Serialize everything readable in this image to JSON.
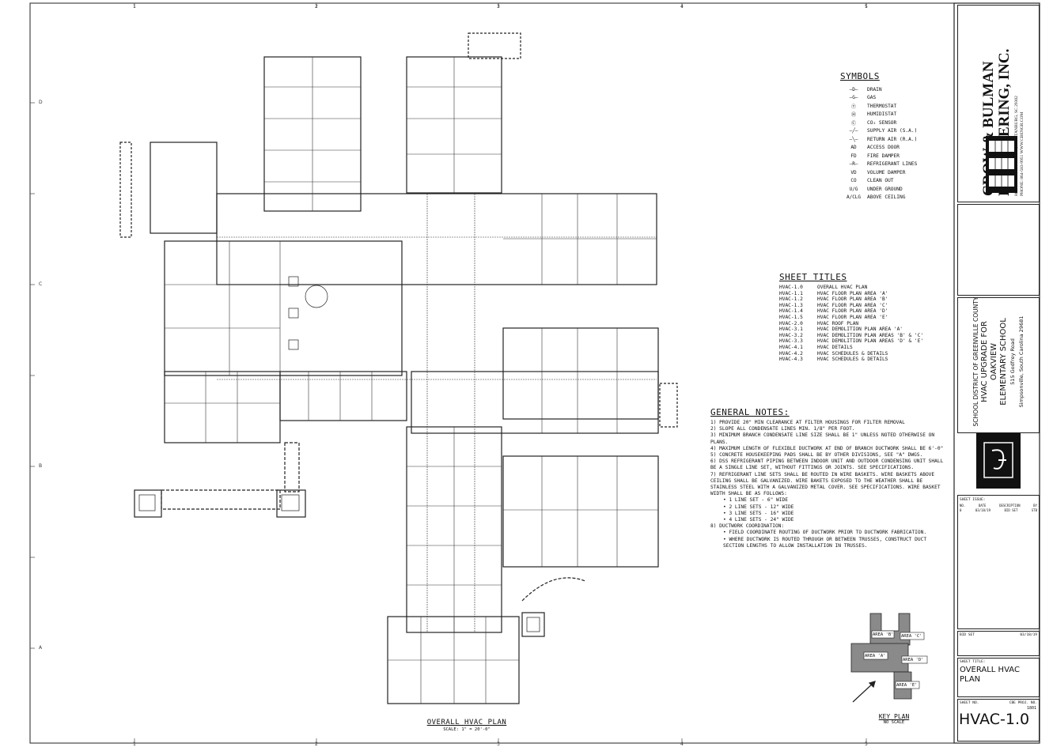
{
  "grid": {
    "columns": [
      "1",
      "2",
      "3",
      "4",
      "5"
    ],
    "rows": [
      "D",
      "C",
      "B",
      "A"
    ]
  },
  "plan": {
    "title": "OVERALL HVAC PLAN",
    "scale": "SCALE: 1\" = 20'-0\""
  },
  "key_plan": {
    "title": "KEY PLAN",
    "scale": "NO SCALE",
    "areas": [
      "AREA 'A'",
      "AREA 'B'",
      "AREA 'C'",
      "AREA 'D'",
      "AREA 'E'"
    ]
  },
  "symbols": {
    "title": "SYMBOLS",
    "items": [
      {
        "glyph": "—D—",
        "label": "DRAIN"
      },
      {
        "glyph": "—G—",
        "label": "GAS"
      },
      {
        "glyph": "Ⓣ",
        "label": "THERMOSTAT"
      },
      {
        "glyph": "Ⓗ",
        "label": "HUMIDISTAT"
      },
      {
        "glyph": "Ⓒ",
        "label": "CO₂ SENSOR"
      },
      {
        "glyph": "—╱—",
        "label": "SUPPLY AIR (S.A.)"
      },
      {
        "glyph": "—╲—",
        "label": "RETURN AIR (R.A.)"
      },
      {
        "glyph": "AD",
        "label": "ACCESS DOOR"
      },
      {
        "glyph": "FD",
        "label": "FIRE DAMPER"
      },
      {
        "glyph": "—R—",
        "label": "REFRIGERANT LINES"
      },
      {
        "glyph": "VD",
        "label": "VOLUME DAMPER"
      },
      {
        "glyph": "CO",
        "label": "CLEAN OUT"
      },
      {
        "glyph": "U/G",
        "label": "UNDER GROUND"
      },
      {
        "glyph": "A/CLG",
        "label": "ABOVE CEILING"
      }
    ]
  },
  "sheet_titles": {
    "title": "SHEET TITLES",
    "items": [
      {
        "code": "HVAC-1.0",
        "label": "OVERALL HVAC PLAN"
      },
      {
        "code": "HVAC-1.1",
        "label": "HVAC FLOOR PLAN AREA 'A'"
      },
      {
        "code": "HVAC-1.2",
        "label": "HVAC FLOOR PLAN AREA 'B'"
      },
      {
        "code": "HVAC-1.3",
        "label": "HVAC FLOOR PLAN AREA 'C'"
      },
      {
        "code": "HVAC-1.4",
        "label": "HVAC FLOOR PLAN AREA 'D'"
      },
      {
        "code": "HVAC-1.5",
        "label": "HVAC FLOOR PLAN AREA 'E'"
      },
      {
        "code": "HVAC-2.0",
        "label": "HVAC ROOF PLAN"
      },
      {
        "code": "HVAC-3.1",
        "label": "HVAC DEMOLITION PLAN AREA 'A'"
      },
      {
        "code": "HVAC-3.2",
        "label": "HVAC DEMOLITION PLAN AREAS 'B' & 'C'"
      },
      {
        "code": "HVAC-3.3",
        "label": "HVAC DEMOLITION PLAN AREAS 'D' & 'E'"
      },
      {
        "code": "HVAC-4.1",
        "label": "HVAC DETAILS"
      },
      {
        "code": "HVAC-4.2",
        "label": "HVAC SCHEDULES & DETAILS"
      },
      {
        "code": "HVAC-4.3",
        "label": "HVAC SCHEDULES & DETAILS"
      }
    ]
  },
  "general_notes": {
    "title": "GENERAL NOTES:",
    "items": [
      "1)  PROVIDE 20\" MIN CLEARANCE AT FILTER HOUSINGS FOR FILTER REMOVAL",
      "2)  SLOPE ALL CONDENSATE LINES MIN. 1/8\" PER FOOT.",
      "3)  MINIMUM BRANCH CONDENSATE LINE SIZE SHALL BE 1\" UNLESS NOTED OTHERWISE ON PLANS.",
      "4)  MAXIMUM LENGTH OF FLEXIBLE DUCTWORK AT END OF BRANCH DUCTWORK SHALL BE 6'-0\"",
      "5)  CONCRETE HOUSEKEEPING PADS SHALL BE BY OTHER DIVISIONS, SEE \"A\" DWGS.",
      "6)  DSS REFRIGERANT PIPING BETWEEN INDOOR UNIT AND OUTDOOR CONDENSING UNIT SHALL BE A SINGLE LINE SET, WITHOUT FITTINGS OR JOINTS. SEE SPECIFICATIONS.",
      "7)  REFRIGERANT LINE SETS SHALL BE ROUTED IN WIRE BASKETS. WIRE BASKETS ABOVE CEILING SHALL BE GALVANIZED. WIRE BAKETS EXPOSED TO THE WEATHER SHALL BE STAINLESS STEEL WITH A GALVANIZED METAL COVER. SEE SPECIFICATIONS. WIRE BASKET WIDTH SHALL BE AS FOLLOWS:",
      "•  1 LINE SET  -  6\" WIDE",
      "•  2 LINE SETS  -  12\" WIDE",
      "•  3 LINE SETS  -  16\" WIDE",
      "•  4 LINE SETS  -  24\" WIDE",
      "8)  DUCTWORK COORDINATION:",
      "•  FIELD COORDINATE ROUTING OF DUCTWORK PRIOR TO DUCTWORK FABRICATION.",
      "•  WHERE DUCTWORK IS ROUTED THROUGH OR BETWEEN TRUSSES, CONSTRUCT DUCT SECTION LENGTHS TO ALLOW INSTALLATION IN TRUSSES."
    ]
  },
  "title_block": {
    "firm_line1": "CROW & BULMAN",
    "firm_line2": "ENGINEERING, INC.",
    "firm_address": "800 EAST MAIN STREET, SPARTANBURG, SC 29302",
    "firm_phone": "PHONE: 864-583-9951  WWW.CBENGR.COM",
    "client": "SCHOOL DISTRICT OF GREENVILLE COUNTY",
    "project_line1": "HVAC UPGRADE FOR",
    "project_line2": "OAKVIEW",
    "project_line3": "ELEMENTARY SCHOOL",
    "address_line1": "515 Godfrey Road",
    "address_line2": "Simpsonville, South Carolina 29681",
    "revision_label": "SHEET ISSUE:",
    "revision_headers": [
      "NO.",
      "DATE",
      "DESCRIPTION",
      "BY"
    ],
    "revision_row": [
      "0",
      "03/18/19",
      "BID SET",
      "STB"
    ],
    "bid_set_label": "BID SET",
    "bid_set_date": "03/18/19",
    "sheet_title_label": "SHEET TITLE:",
    "sheet_title_line1": "OVERALL HVAC",
    "sheet_title_line2": "PLAN",
    "sheet_no_label": "SHEET NO.",
    "proj_no_label": "CBE PROJ. NO.",
    "proj_no": "1801",
    "sheet_number": "HVAC-1.0"
  },
  "colors": {
    "line": "#222222",
    "paper": "#ffffff",
    "gray_fill": "#8a8a8a"
  }
}
